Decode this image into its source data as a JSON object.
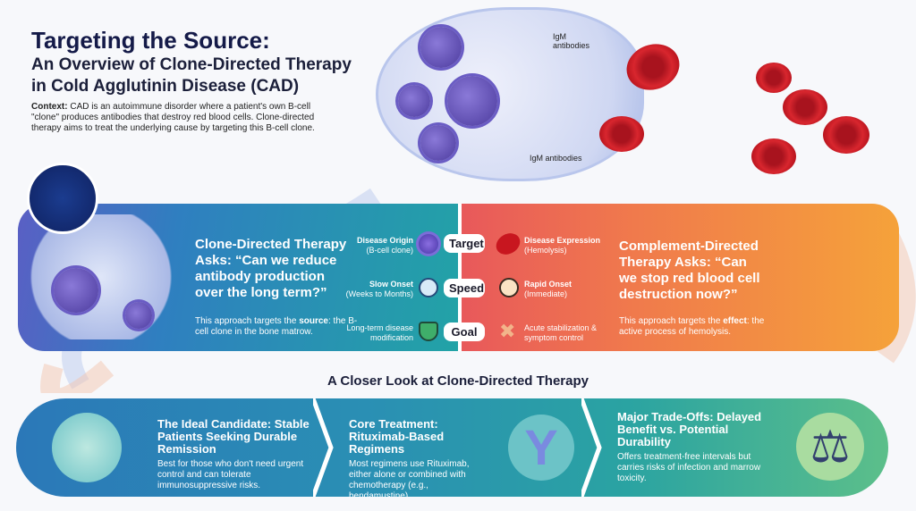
{
  "header": {
    "title": "Targeting the Source:",
    "subtitle_line1": "An Overview of Clone-Directed Therapy",
    "subtitle_line2": "in Cold Agglutinin Disease (CAD)",
    "context_label": "Context:",
    "context_text": " CAD is an autoimmune disorder where a patient's own B-cell \"clone\" produces antibodies that destroy red blood cells. Clone-directed therapy aims to treat the underlying cause by targeting this B-cell clone."
  },
  "illustration": {
    "label_top": "IgM antibodies",
    "label_bottom": "IgM antibodies"
  },
  "comparison": {
    "left": {
      "question": "Clone-Directed Therapy Asks: “Can we reduce antibody production over the long term?”",
      "note_pre": "This approach targets the ",
      "note_bold": "source",
      "note_post": ": the B-cell clone in the bone matrow.",
      "rows": [
        {
          "title": "Disease Origin",
          "sub": "(B-cell clone)",
          "icon": "b-cell-icon"
        },
        {
          "title": "Slow Onset",
          "sub": "(Weeks to Months)",
          "icon": "clock-icon"
        },
        {
          "title": "",
          "sub": "Long-term disease modification",
          "icon": "shield-check-icon"
        }
      ]
    },
    "center": [
      "Target",
      "Speed",
      "Goal"
    ],
    "right": {
      "question": "Complement-Directed Therapy Asks: “Can we stop red blood cell destruction now?”",
      "note_pre": "This approach targets the ",
      "note_bold": "effect",
      "note_post": ": the active process of hemolysis.",
      "rows": [
        {
          "title": "Disease Expression",
          "sub": "(Hemolysis)",
          "icon": "red-blood-cell-icon"
        },
        {
          "title": "Rapid Onset",
          "sub": "(Immediate)",
          "icon": "stopwatch-icon"
        },
        {
          "title": "",
          "sub": "Acute stabilization & symptom control",
          "icon": "bandage-icon"
        }
      ]
    }
  },
  "closer_title": "A Closer Look at Clone-Directed Therapy",
  "details": [
    {
      "title": "The Ideal Candidate: Stable Patients Seeking Durable Remission",
      "body": "Best for those who don't need urgent control and can tolerate immunosuppressive risks.",
      "icon": "patient-calendar-icon"
    },
    {
      "title": "Core Treatment: Rituximab-Based Regimens",
      "body": "Most regimens use Rituximab, either alone or combined with chemotherapy (e.g., bendamustine).",
      "icon": "antibody-icon"
    },
    {
      "title": "Major Trade-Offs: Delayed Benefit vs. Potential Durability",
      "body": "Offers treatment-free intervals but carries risks of infection and marrow toxicity.",
      "icon": "balance-scale-icon"
    }
  ],
  "colors": {
    "title": "#141a48",
    "clone": "#2f7fc0",
    "complement": "#f07a4c",
    "rbc": "#c8161f"
  }
}
